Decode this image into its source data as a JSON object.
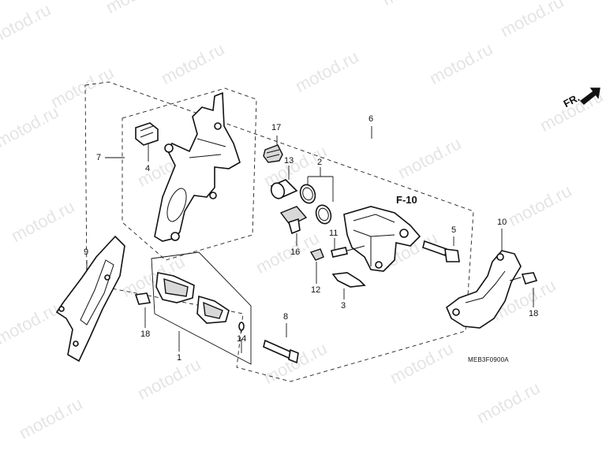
{
  "watermark": "motod.ru",
  "direction": {
    "label": "FR."
  },
  "reference": {
    "label": "F-10"
  },
  "diagram_code": "MEB3F0900A",
  "parts": {
    "p1": "1",
    "p2": "2",
    "p3": "3",
    "p4": "4",
    "p5": "5",
    "p6": "6",
    "p7": "7",
    "p8": "8",
    "p9": "9",
    "p10": "10",
    "p11": "11",
    "p12": "12",
    "p13": "13",
    "p14": "14",
    "p16": "16",
    "p17": "17",
    "p18a": "18",
    "p18b": "18"
  }
}
